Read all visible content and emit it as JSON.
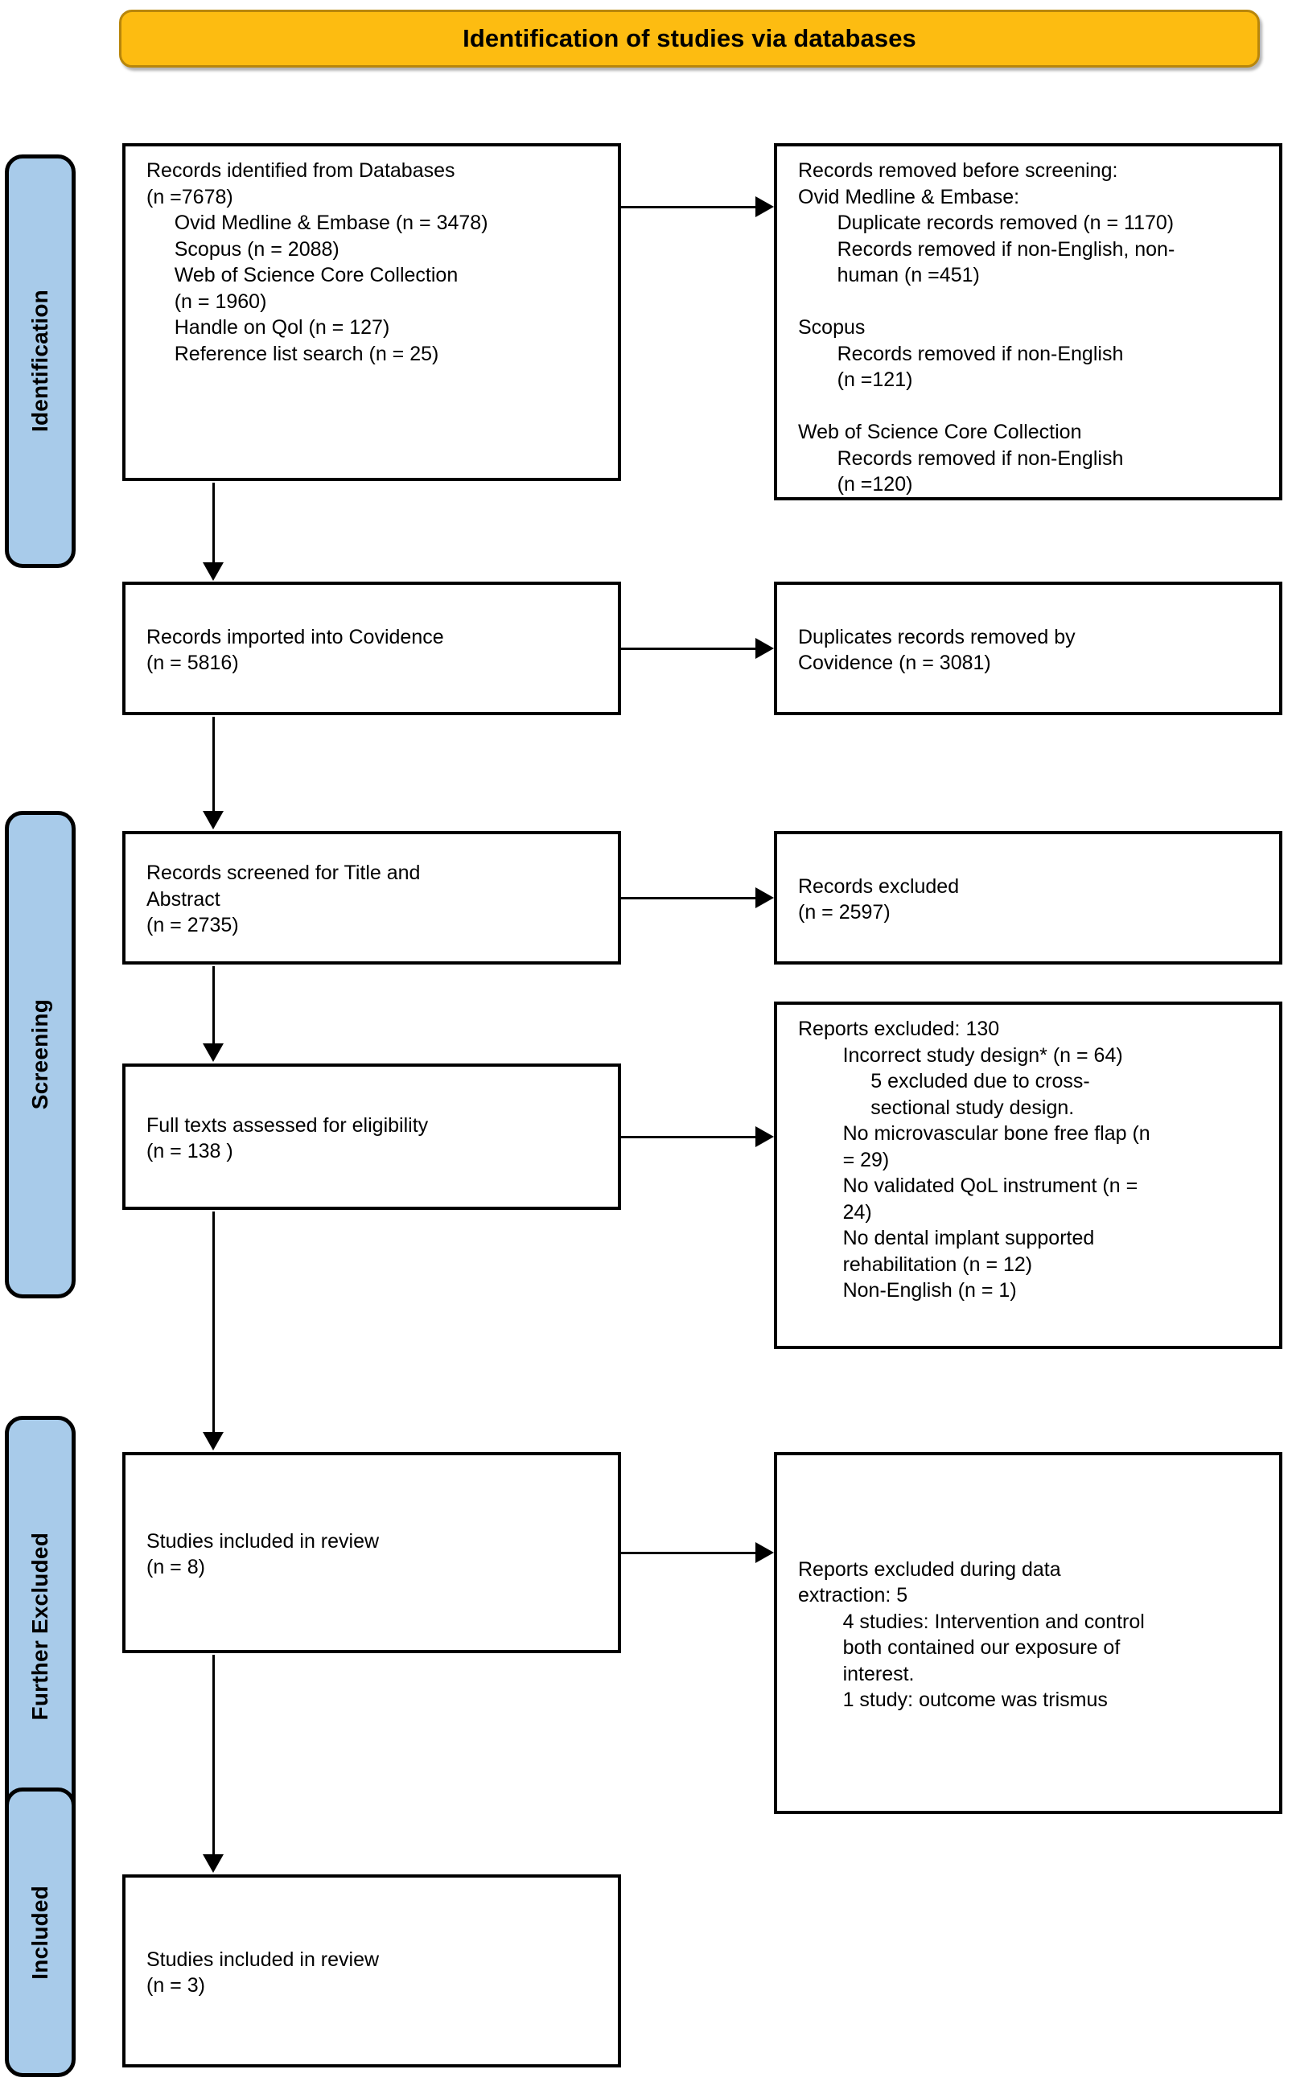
{
  "header": {
    "title": "Identification of studies via databases"
  },
  "colors": {
    "header_fill": "#FDBC11",
    "header_border": "#B8860B",
    "rail_fill": "#A8CBEA",
    "rail_border": "#000000",
    "box_fill": "#FFFFFF",
    "box_border": "#000000",
    "text": "#000000"
  },
  "stages": [
    {
      "id": "identification",
      "label": "Identification"
    },
    {
      "id": "screening",
      "label": "Screening"
    },
    {
      "id": "further-excluded",
      "label": "Further Excluded"
    },
    {
      "id": "included",
      "label": "Included"
    }
  ],
  "boxes": {
    "identified": {
      "text": "Records identified from Databases\n(n =7678)\n     Ovid Medline & Embase (n = 3478)\n     Scopus (n = 2088)\n     Web of Science Core Collection\n     (n = 1960)\n     Handle on Qol (n = 127)\n     Reference list search (n = 25)"
    },
    "removed_before_screening": {
      "text": "Records removed before screening:\nOvid Medline & Embase:\n       Duplicate records removed (n = 1170)\n       Records removed if non-English, non-\n       human (n =451)\n\nScopus\n       Records removed if non-English\n       (n =121)\n\nWeb of Science Core Collection\n       Records removed if non-English\n       (n =120)"
    },
    "covidence": {
      "text": "Records imported into Covidence\n(n = 5816)"
    },
    "duplicates_removed": {
      "text": "Duplicates records removed by\nCovidence (n = 3081)"
    },
    "screened": {
      "text": "Records screened for Title and\nAbstract\n(n = 2735)"
    },
    "records_excluded": {
      "text": "Records excluded\n(n = 2597)"
    },
    "fulltext": {
      "text": "Full texts assessed for eligibility\n(n = 138 )"
    },
    "reports_excluded": {
      "text": "Reports excluded: 130\n        Incorrect study design* (n = 64)\n             5 excluded due to cross-\n             sectional study design.\n        No microvascular bone free flap (n\n        = 29)\n        No validated QoL instrument (n =\n        24)\n        No dental implant supported\n        rehabilitation (n = 12)\n        Non-English (n = 1)"
    },
    "included_review": {
      "text": "Studies included in review\n(n = 8)"
    },
    "data_extraction_excluded": {
      "text": "Reports excluded during data\nextraction: 5\n        4 studies: Intervention and control\n        both contained our exposure of\n        interest.\n        1 study: outcome was trismus"
    },
    "final_included": {
      "text": "Studies included in review\n(n = 3)"
    }
  },
  "arrows": {
    "v1": "identified-to-covidence",
    "v2": "covidence-to-screened",
    "v3": "screened-to-fulltext",
    "v4": "fulltext-to-included-review",
    "v5": "included-review-to-final",
    "h1": "identified-to-removed-before-screening",
    "h2": "covidence-to-duplicates-removed",
    "h3": "screened-to-records-excluded",
    "h4": "fulltext-to-reports-excluded",
    "h5": "included-review-to-data-extraction-excluded"
  }
}
